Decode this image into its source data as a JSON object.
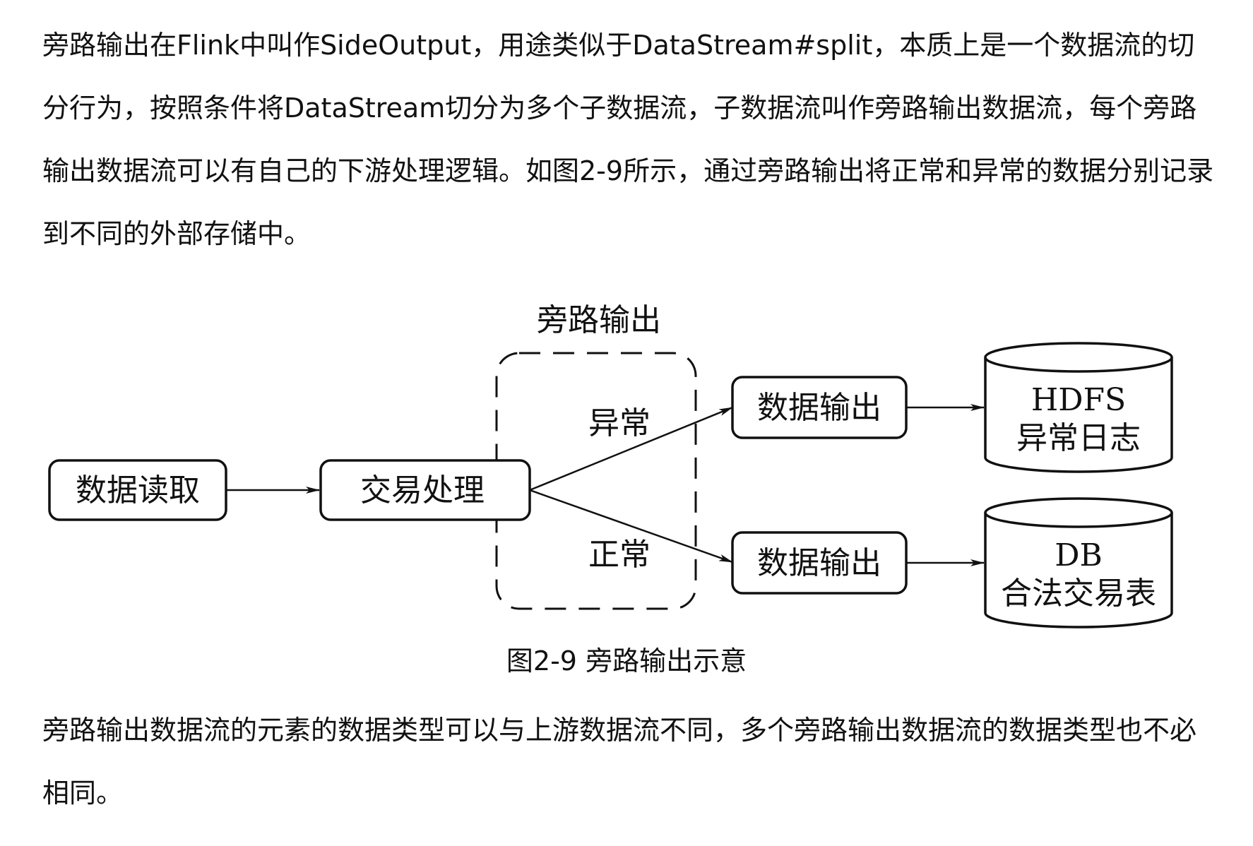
{
  "paragraph_1": "旁路输出在Flink中叫作SideOutput，用途类似于DataStream#split，本质上是一个数据流的切分行为，按照条件将DataStream切分为多个子数据流，子数据流叫作旁路输出数据流，每个旁路输出数据流可以有自己的下游处理逻辑。如图2-9所示，通过旁路输出将正常和异常的数据分别记录到不同的外部存储中。",
  "diagram": {
    "group_label": "旁路输出",
    "source": "数据读取",
    "process": "交易处理",
    "branch_abnormal": "异常",
    "branch_normal": "正常",
    "output_top": "数据输出",
    "output_bottom": "数据输出",
    "store_top_line1": "HDFS",
    "store_top_line2": "异常日志",
    "store_bottom_line1": "DB",
    "store_bottom_line2": "合法交易表"
  },
  "caption": "图2-9 旁路输出示意",
  "paragraph_2": "旁路输出数据流的元素的数据类型可以与上游数据流不同，多个旁路输出数据流的数据类型也不必相同。"
}
